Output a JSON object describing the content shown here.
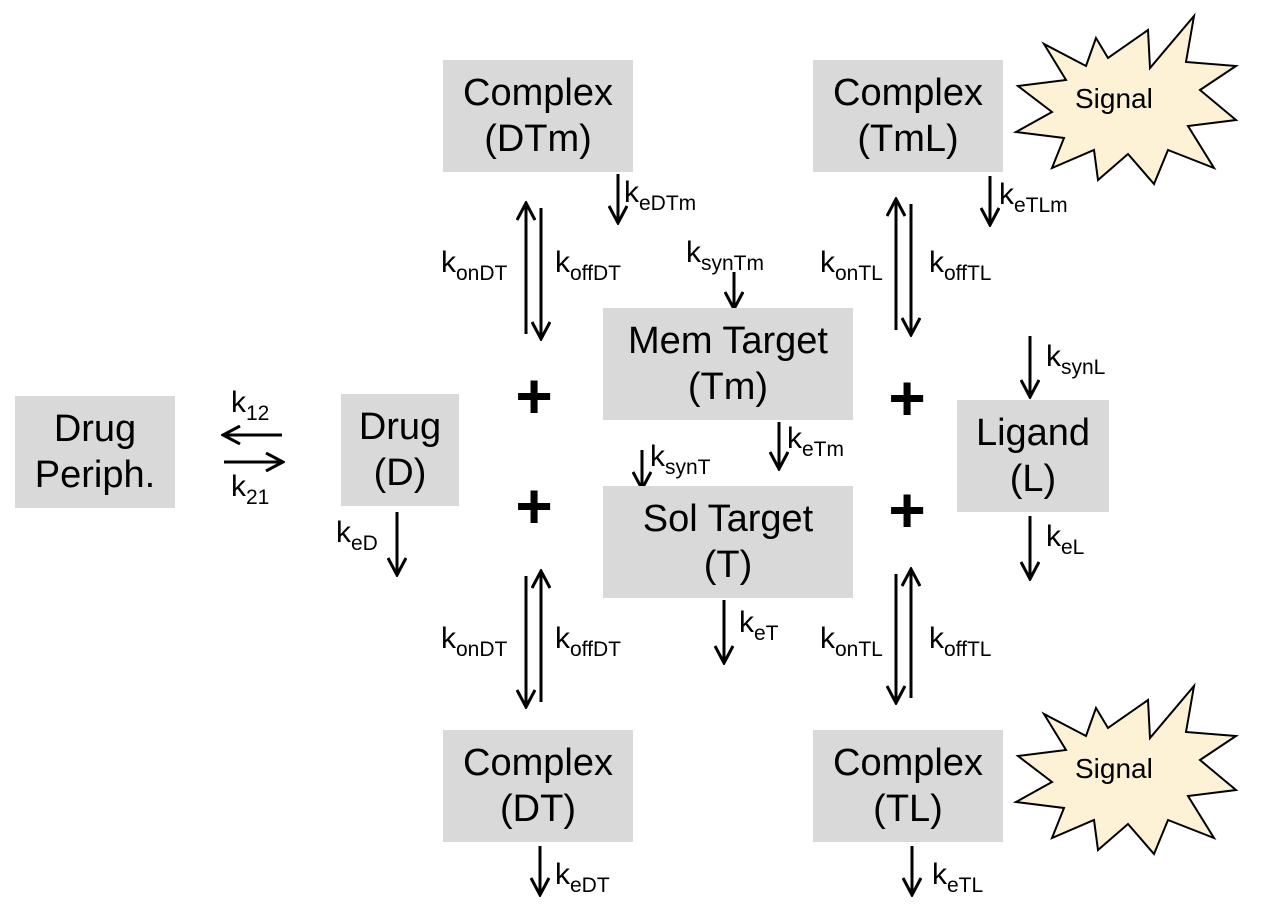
{
  "boxes": {
    "complex_dtm": {
      "line1": "Complex",
      "line2": "(DTm)"
    },
    "complex_tml": {
      "line1": "Complex",
      "line2": "(TmL)"
    },
    "mem_target": {
      "line1": "Mem Target",
      "line2": "(Tm)"
    },
    "sol_target": {
      "line1": "Sol Target",
      "line2": "(T)"
    },
    "drug": {
      "line1": "Drug",
      "line2": "(D)"
    },
    "drug_periph": {
      "line1": "Drug",
      "line2": "Periph."
    },
    "ligand": {
      "line1": "Ligand",
      "line2": "(L)"
    },
    "complex_dt": {
      "line1": "Complex",
      "line2": "(DT)"
    },
    "complex_tl": {
      "line1": "Complex",
      "line2": "(TL)"
    }
  },
  "signal": {
    "top": "Signal",
    "bottom": "Signal"
  },
  "plus_sign": "+",
  "rates": {
    "k_base": "k",
    "eDTm": "eDTm",
    "eTLm": "eTLm",
    "onDT_top": "onDT",
    "offDT_top": "offDT",
    "synTm": "synTm",
    "onTL_top": "onTL",
    "offTL_top": "offTL",
    "synL": "synL",
    "k12": "12",
    "k21": "21",
    "eD": "eD",
    "eTm": "eTm",
    "synT": "synT",
    "eL": "eL",
    "eT": "eT",
    "onDT_bottom": "onDT",
    "offDT_bottom": "offDT",
    "onTL_bottom": "onTL",
    "offTL_bottom": "offTL",
    "eDT": "eDT",
    "eTL": "eTL"
  },
  "colors": {
    "box_fill": "#d9d9d9",
    "signal_fill": "#fdf1d6",
    "arrow": "#000000",
    "squiggle": "#e03030"
  }
}
